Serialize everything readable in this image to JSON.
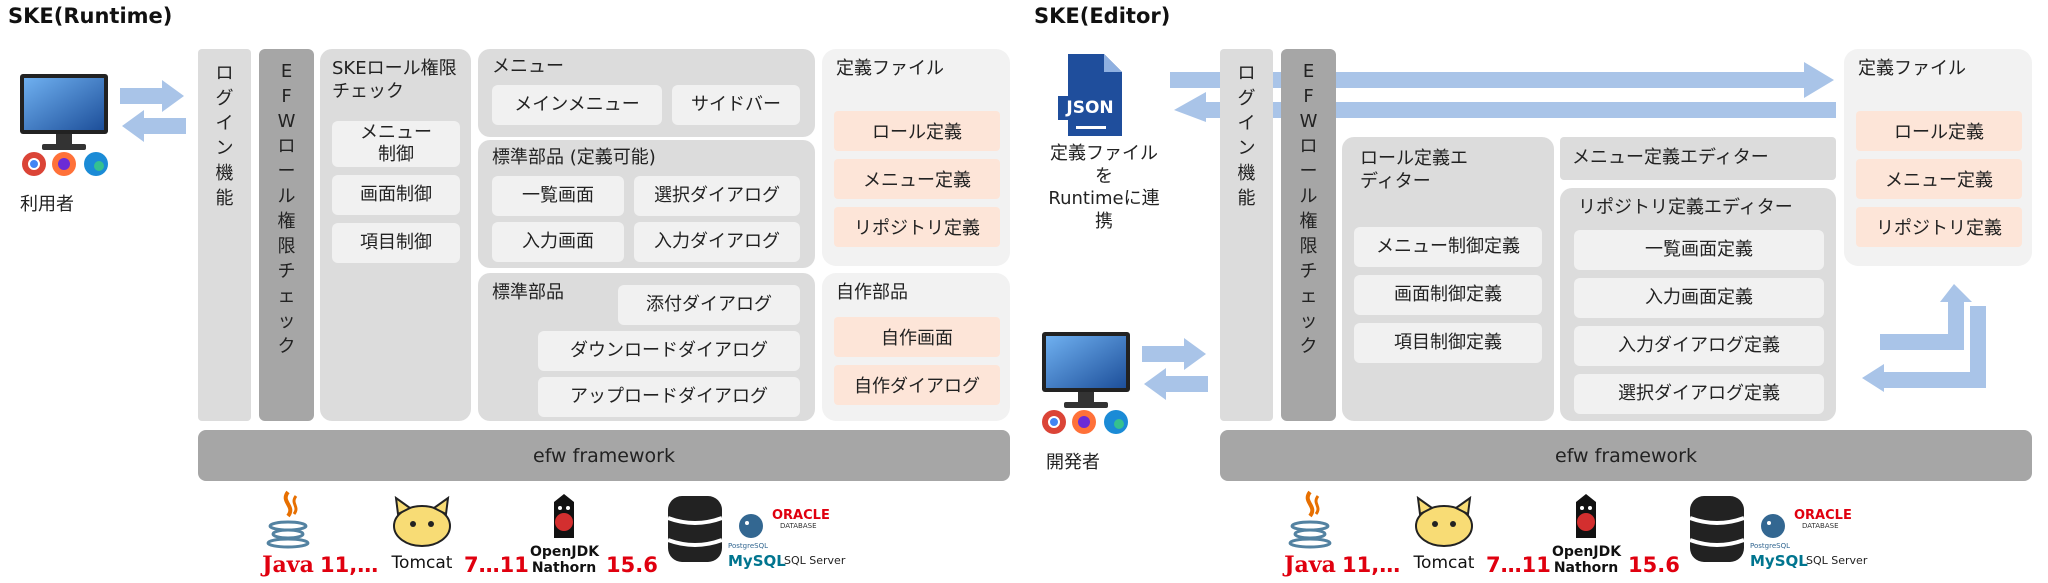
{
  "runtime": {
    "title": "SKE(Runtime)",
    "user_label": "利用者",
    "login_label": [
      "ロ",
      "グ",
      "イ",
      "ン",
      "機",
      "能"
    ],
    "efw_check_label": [
      "E",
      "F",
      "W",
      "ロ",
      "ー",
      "ル",
      "権",
      "限",
      "チ",
      "ェ",
      "ッ",
      "ク"
    ],
    "role_check": {
      "title": "SKEロール権限チェック",
      "items": [
        "メニュー制御",
        "画面制御",
        "項目制御"
      ]
    },
    "menu": {
      "title": "メニュー",
      "items": [
        "メインメニュー",
        "サイドバー"
      ]
    },
    "std_definable": {
      "title": "標準部品 (定義可能)",
      "items": [
        "一覧画面",
        "選択ダイアログ",
        "入力画面",
        "入力ダイアログ"
      ]
    },
    "std": {
      "title": "標準部品",
      "items": [
        "添付ダイアログ",
        "ダウンロードダイアログ",
        "アップロードダイアログ"
      ]
    },
    "def_files": {
      "title": "定義ファイル",
      "items": [
        "ロール定義",
        "メニュー定義",
        "リポジトリ定義"
      ]
    },
    "custom": {
      "title": "自作部品",
      "items": [
        "自作画面",
        "自作ダイアログ"
      ]
    },
    "framework": "efw framework",
    "stack": {
      "java": "Java",
      "java_ver": "11,…",
      "tomcat": "Tomcat",
      "tomcat_ver": "7…11",
      "openjdk": "OpenJDK",
      "nashorn": "Nathorn",
      "nashorn_ver": "15.6",
      "oracle": "ORACLE",
      "oracle_sub": "DATABASE",
      "postgres": "PostgreSQL",
      "mysql": "MySQL",
      "sqlserver": "SQL Server"
    }
  },
  "editor": {
    "title": "SKE(Editor)",
    "json_label": "JSON",
    "json_caption": [
      "定義ファイルを",
      "Runtimeに連携"
    ],
    "developer_label": "開発者",
    "login_label": [
      "ロ",
      "グ",
      "イ",
      "ン",
      "機",
      "能"
    ],
    "efw_check_label": [
      "E",
      "F",
      "W",
      "ロ",
      "ー",
      "ル",
      "権",
      "限",
      "チ",
      "ェ",
      "ッ",
      "ク"
    ],
    "role_editor": {
      "title": "ロール定義エディター",
      "items": [
        "メニュー制御定義",
        "画面制御定義",
        "項目制御定義"
      ]
    },
    "menu_editor": "メニュー定義エディター",
    "repo_editor": {
      "title": "リポジトリ定義エディター",
      "items": [
        "一覧画面定義",
        "入力画面定義",
        "入力ダイアログ定義",
        "選択ダイアログ定義"
      ]
    },
    "def_files": {
      "title": "定義ファイル",
      "items": [
        "ロール定義",
        "メニュー定義",
        "リポジトリ定義"
      ]
    },
    "framework": "efw framework",
    "stack": {
      "java": "Java",
      "java_ver": "11,…",
      "tomcat": "Tomcat",
      "tomcat_ver": "7…11",
      "openjdk": "OpenJDK",
      "nashorn": "Nathorn",
      "nashorn_ver": "15.6",
      "oracle": "ORACLE",
      "oracle_sub": "DATABASE",
      "postgres": "PostgreSQL",
      "mysql": "MySQL",
      "sqlserver": "SQL Server"
    }
  },
  "colors": {
    "panel": "#dcdcdc",
    "panel_dark": "#a6a6a6",
    "peach": "#fde5d8",
    "arrow": "#a9c4e8",
    "accent_red": "#e0000f",
    "json_blue": "#1f4e9c"
  }
}
